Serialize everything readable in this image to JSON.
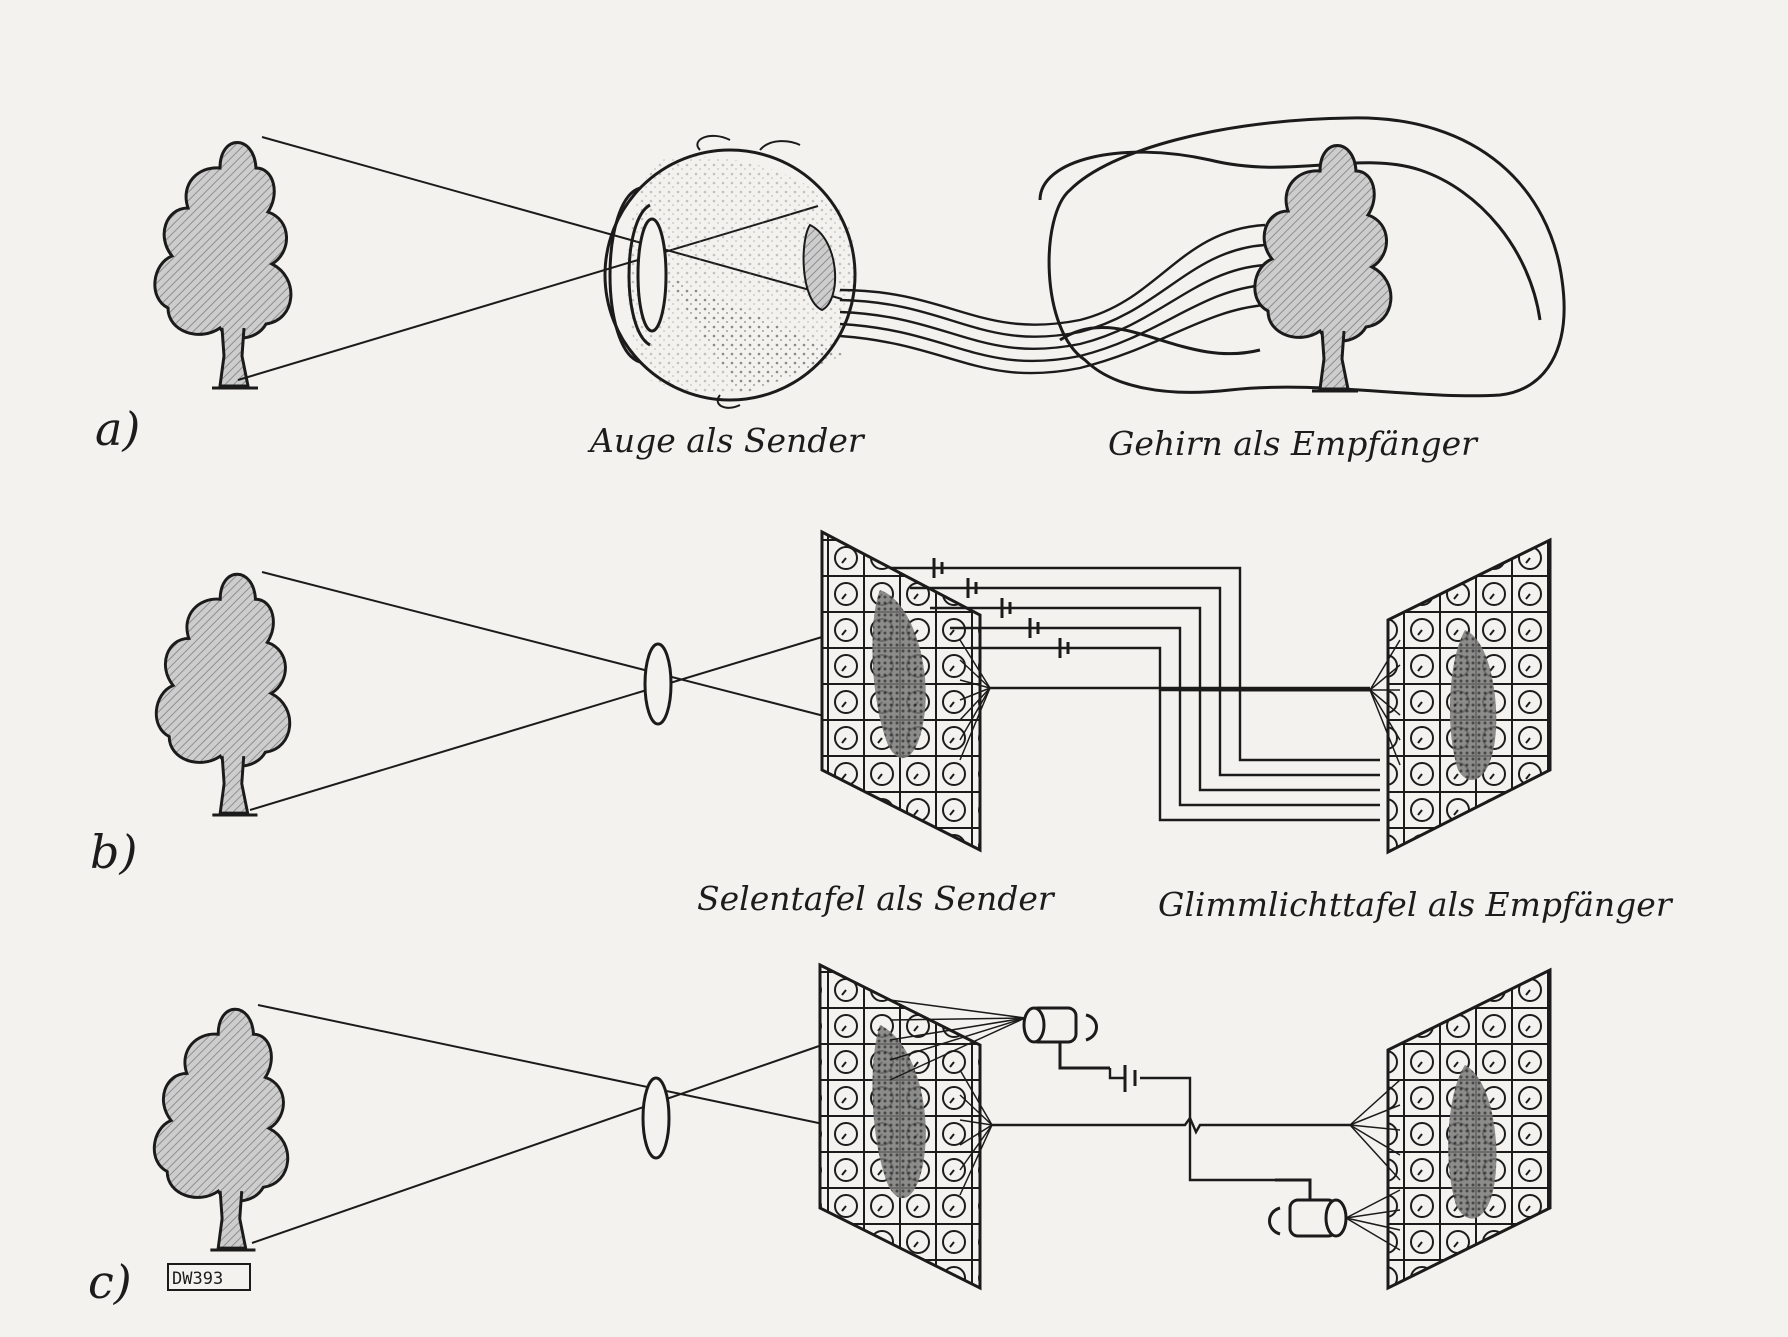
{
  "panels": {
    "a": {
      "letter": "a)",
      "sender_label": "Auge als Sender",
      "receiver_label": "Gehirn als Empfänger"
    },
    "b": {
      "letter": "b)",
      "sender_label": "Selentafel als Sender",
      "receiver_label": "Glimmlichttafel als Empfänger"
    },
    "c": {
      "letter": "c)",
      "stamp": "DW393"
    }
  },
  "colors": {
    "ink": "#1b1b1b",
    "paper": "#f3f2ee",
    "fill": "#bdbdbd",
    "dark": "#555555"
  }
}
